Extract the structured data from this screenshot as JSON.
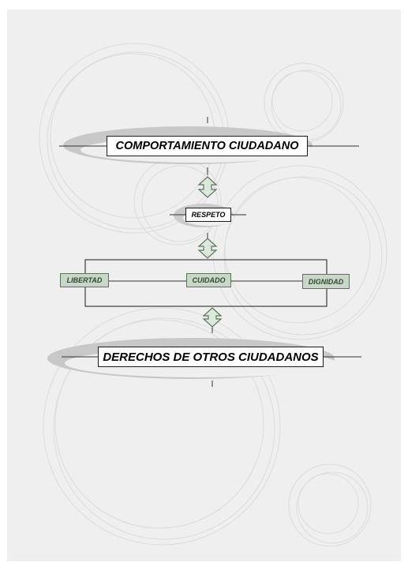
{
  "diagram": {
    "title": "COMPORTAMIENTO CIUDADANO",
    "middle": "RESPETO",
    "values": [
      "LIBERTAD",
      "CUIDADO",
      "DIGNIDAD"
    ],
    "bottom": "DERECHOS DE OTROS CIUDADANOS"
  },
  "colors": {
    "background": "#efefef",
    "ellipse": "#c8c8c8",
    "arrow_fill": "#dde8dd",
    "arrow_stroke": "#5b735b",
    "value_box_fill": "#c9d6c9",
    "value_text": "#2f4a2f"
  },
  "icons": [
    "double-arrow-icon"
  ]
}
